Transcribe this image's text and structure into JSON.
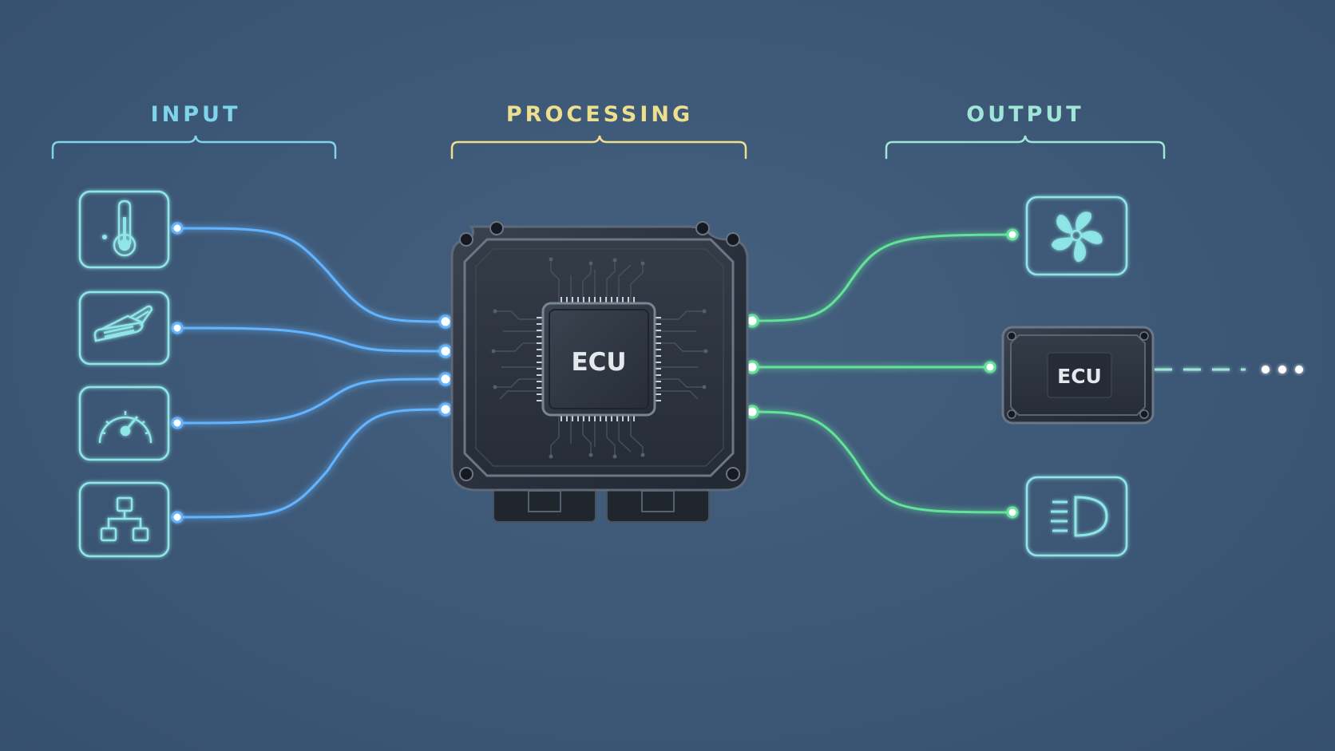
{
  "sections": {
    "input": {
      "title": "INPUT",
      "color": "#7fd3ea"
    },
    "processing": {
      "title": "PROCESSING",
      "color": "#ecdf8e"
    },
    "output": {
      "title": "OUTPUT",
      "color": "#9fe6d8"
    }
  },
  "colors": {
    "input_wire": "#63b4ff",
    "output_wire": "#63e39a",
    "icon_stroke": "#8ee6e6",
    "ecu_body": "#2b3340"
  },
  "inputs": [
    {
      "icon": "thermometer-icon"
    },
    {
      "icon": "seat-icon"
    },
    {
      "icon": "speedometer-icon"
    },
    {
      "icon": "network-icon"
    }
  ],
  "main_ecu": {
    "label": "ECU"
  },
  "outputs": [
    {
      "icon": "fan-icon"
    },
    {
      "icon": "ecu-module",
      "label": "ECU"
    },
    {
      "icon": "headlight-icon"
    }
  ]
}
